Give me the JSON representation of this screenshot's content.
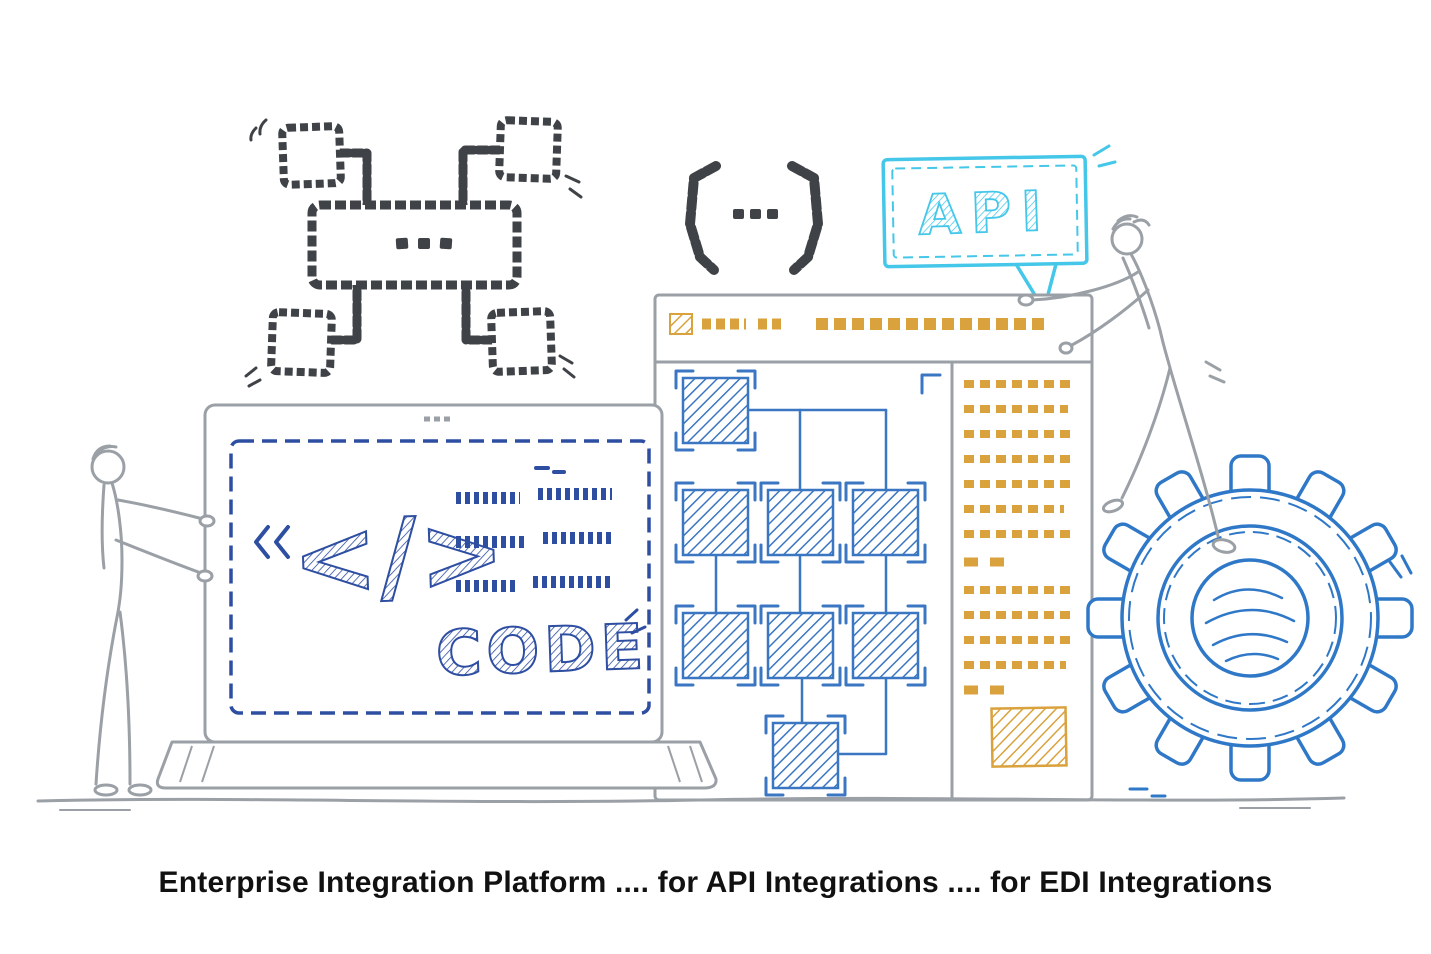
{
  "page": {
    "background": "#ffffff"
  },
  "caption": {
    "text": "Enterprise Integration Platform .... for API Integrations .... for EDI Integrations"
  },
  "illustration": {
    "api_bubble": {
      "label": "API"
    },
    "code_screen": {
      "symbol": "</>",
      "label": "CODE"
    },
    "colors": {
      "ink_dark": "#3f4246",
      "sketch_gray": "#9aa0a6",
      "code_blue": "#2e4ea2",
      "flowchart_blue": "#3b76c2",
      "gear_blue": "#2f78c8",
      "accent_orange": "#d9a23c",
      "accent_cyan": "#45c7e9",
      "caption_black": "#111111"
    }
  }
}
